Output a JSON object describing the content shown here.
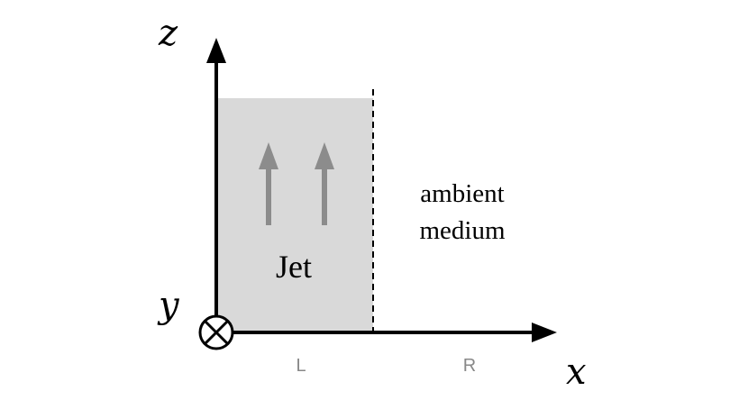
{
  "axes": {
    "z": "z",
    "x": "x",
    "y": "y"
  },
  "jet_label": "Jet",
  "ambient_label": {
    "line1": "ambient",
    "line2": "medium"
  },
  "regions": {
    "left": "L",
    "right": "R"
  },
  "colors": {
    "jet_fill": "#d9d9d9",
    "flow_arrow": "#8c8c8c",
    "axis": "#000000",
    "region_label": "#888888"
  }
}
